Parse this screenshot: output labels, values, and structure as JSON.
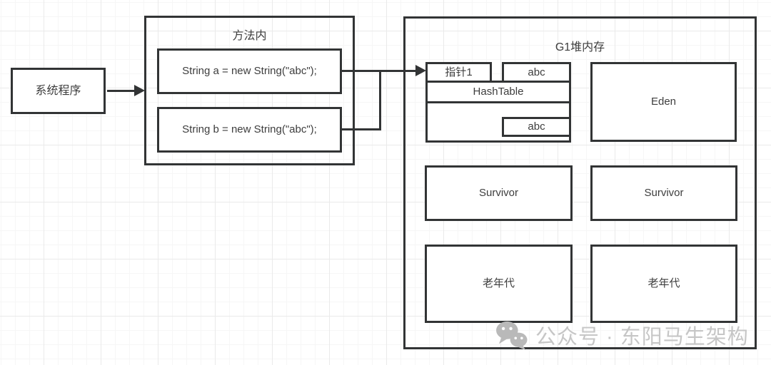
{
  "system_box": {
    "label": "系统程序"
  },
  "method_box": {
    "title": "方法内",
    "code_lines": [
      "String a = new String(\"abc\");",
      "String b = new String(\"abc\");"
    ]
  },
  "g1_heap": {
    "title": "G1堆内存",
    "string_object_group": {
      "pointer_label": "指针1",
      "interned_value": "abc",
      "table_label": "HashTable",
      "object_value": "abc"
    },
    "regions": {
      "eden": "Eden",
      "survivor_left": "Survivor",
      "survivor_right": "Survivor",
      "old_gen_left": "老年代",
      "old_gen_right": "老年代"
    }
  },
  "watermark": {
    "text": "公众号 · 东阳马生架构"
  },
  "colors": {
    "line": "#323435",
    "text": "#3d3d3d",
    "watermark_text": "#c6c6c6",
    "watermark_icon": "#b9b9b9"
  }
}
